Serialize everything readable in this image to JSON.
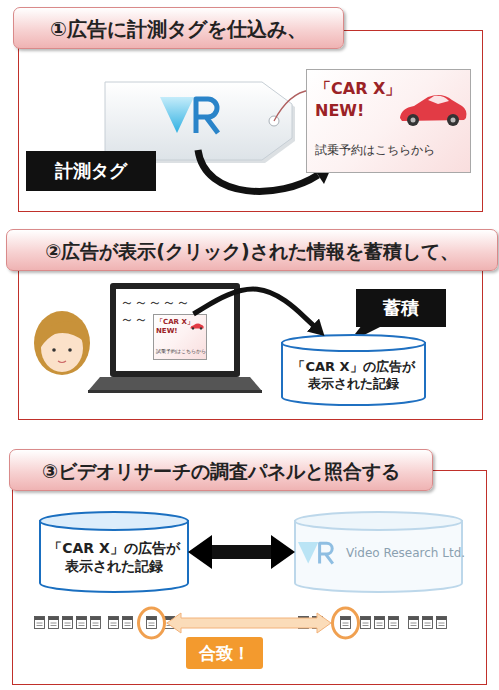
{
  "diagram": {
    "nodes": [
      {
        "text": [
          "①広告に計測タグを仕込み、"
        ]
      },
      {
        "text": [
          "計測タグ"
        ],
        "in": 0
      },
      {
        "text": [
          "「CAR X」 NEW!",
          "試乗予約はこちらから"
        ],
        "in": 0
      },
      {
        "text": [
          "②広告が表示(クリック)された情報を蓄積して、"
        ]
      },
      {
        "text": [
          "「CAR X」 NEW!",
          "試乗予約はこちらから"
        ],
        "in": 3
      },
      {
        "text": [
          "蓄積"
        ],
        "in": 3
      },
      {
        "text": [
          "「CAR X」の広告が 表示された記録"
        ],
        "in": 3
      },
      {
        "text": [
          "③ビデオリサーチの調査パネルと照合する"
        ]
      },
      {
        "text": [
          "「CAR X」の広告が 表示された記録"
        ],
        "in": 7
      },
      {
        "text": [
          "Video Research Ltd."
        ],
        "in": 7
      },
      {
        "text": [
          "合致！"
        ],
        "in": 7
      }
    ],
    "edges": [
      {
        "from": 4,
        "to": 6,
        "arrow": "to"
      },
      {
        "from": 8,
        "to": 9,
        "arrow": "both"
      }
    ],
    "labels": [
      "～～～～～ ～～"
    ]
  }
}
